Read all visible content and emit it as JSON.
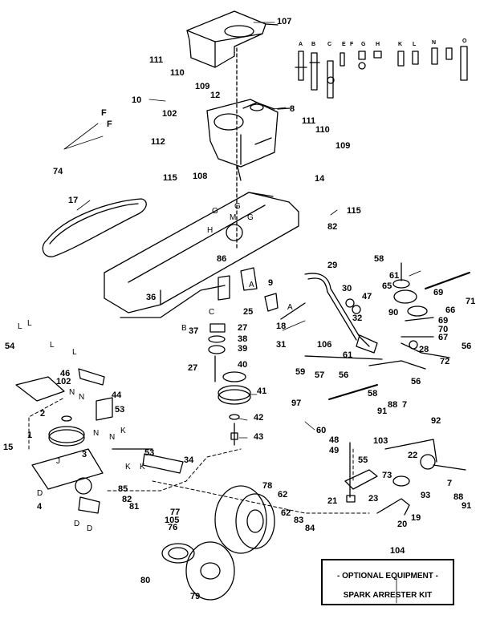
{
  "labels": {
    "n107": "107",
    "n111a": "111",
    "n110a": "110",
    "n10": "10",
    "n109a": "109",
    "n12": "12",
    "n102a": "102",
    "n8": "8",
    "n112": "112",
    "n115a": "115",
    "n108": "108",
    "n111b": "111",
    "n110b": "110",
    "n109b": "109",
    "n14": "14",
    "n74": "74",
    "nF1": "F",
    "nF2": "F",
    "n17": "17",
    "n115b": "115",
    "n82a": "82",
    "n86": "86",
    "n9": "9",
    "n36": "36",
    "n25": "25",
    "n18": "18",
    "n37": "37",
    "n27a": "27",
    "n38": "38",
    "n39": "39",
    "n27b": "27",
    "n40": "40",
    "n41": "41",
    "n42": "42",
    "n43": "43",
    "n29": "29",
    "n30": "30",
    "n47": "47",
    "n32": "32",
    "n31": "31",
    "n106": "106",
    "n59": "59",
    "n57": "57",
    "n56a": "56",
    "n61a": "61",
    "n58a": "58",
    "n58b": "58",
    "n61b": "61",
    "n65": "65",
    "n69a": "69",
    "n71": "71",
    "n90": "90",
    "n66": "66",
    "n69b": "69",
    "n70": "70",
    "n67": "67",
    "n28": "28",
    "n56b": "56",
    "n72": "72",
    "n56c": "56",
    "n54": "54",
    "n46": "46",
    "n102b": "102",
    "n44": "44",
    "n2": "2",
    "n53a": "53",
    "n1": "1",
    "n15": "15",
    "n3": "3",
    "n53b": "53",
    "n34": "34",
    "n4": "4",
    "n85": "85",
    "n82b": "82",
    "n81": "81",
    "n105": "105",
    "n77": "77",
    "n76": "76",
    "n78": "78",
    "n62a": "62",
    "n62b": "62",
    "n83": "83",
    "n84": "84",
    "n80": "80",
    "n79": "79",
    "n97": "97",
    "n60": "60",
    "n48": "48",
    "n49": "49",
    "n91a": "91",
    "n88a": "88",
    "n7a": "7",
    "n92": "92",
    "n103": "103",
    "n55": "55",
    "n73": "73",
    "n22": "22",
    "n21": "21",
    "n23": "23",
    "n20": "20",
    "n19": "19",
    "n93": "93",
    "n7b": "7",
    "n88b": "88",
    "n91b": "91",
    "n104": "104",
    "lG1": "G",
    "lG2": "G",
    "lG3": "G",
    "lM": "M",
    "lH": "H",
    "lA1": "A",
    "lA2": "A",
    "lB": "B",
    "lC": "C",
    "lL1": "L",
    "lL2": "L",
    "lL3": "L",
    "lL4": "L",
    "lN1": "N",
    "lN2": "N",
    "lN3": "N",
    "lN4": "N",
    "lK1": "K",
    "lK2": "K",
    "lK3": "K",
    "lJ": "J",
    "lD1": "D",
    "lD2": "D",
    "lD3": "D",
    "lE": "E",
    "lF2": "F",
    "lH2": "H",
    "lK4": "K",
    "lL5": "L",
    "lN5": "N",
    "lO": "O"
  },
  "kit": {
    "line1": "- OPTIONAL EQUIPMENT -",
    "line2": "SPARK ARRESTER KIT"
  },
  "colors": {
    "ink": "#000000",
    "paper": "#ffffff"
  }
}
